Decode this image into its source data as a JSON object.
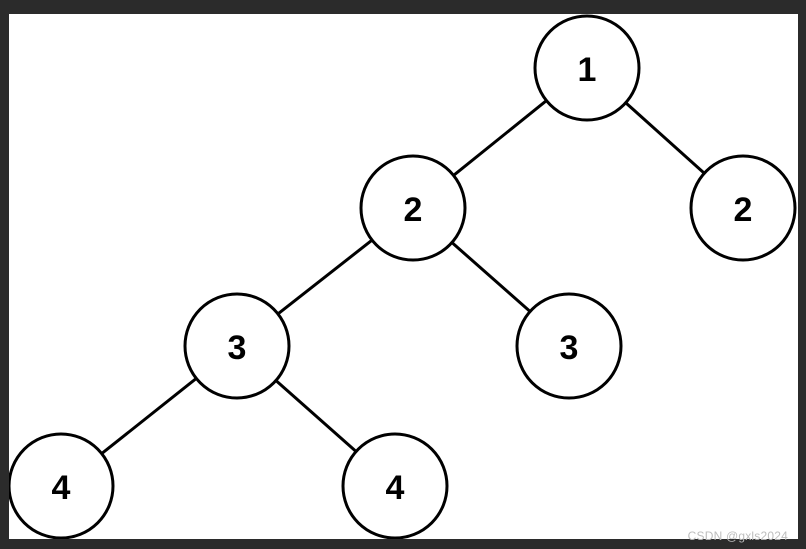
{
  "tree": {
    "nodes": [
      {
        "id": "n1",
        "label": "1"
      },
      {
        "id": "n2a",
        "label": "2"
      },
      {
        "id": "n2b",
        "label": "2"
      },
      {
        "id": "n3a",
        "label": "3"
      },
      {
        "id": "n3b",
        "label": "3"
      },
      {
        "id": "n4a",
        "label": "4"
      },
      {
        "id": "n4b",
        "label": "4"
      }
    ],
    "edges": [
      [
        "n1",
        "n2a"
      ],
      [
        "n1",
        "n2b"
      ],
      [
        "n2a",
        "n3a"
      ],
      [
        "n2a",
        "n3b"
      ],
      [
        "n3a",
        "n4a"
      ],
      [
        "n3a",
        "n4b"
      ]
    ]
  },
  "watermark": "CSDN @gxls2024",
  "colors": {
    "background": "#2b2b2b",
    "canvas": "#ffffff",
    "stroke": "#000000"
  }
}
